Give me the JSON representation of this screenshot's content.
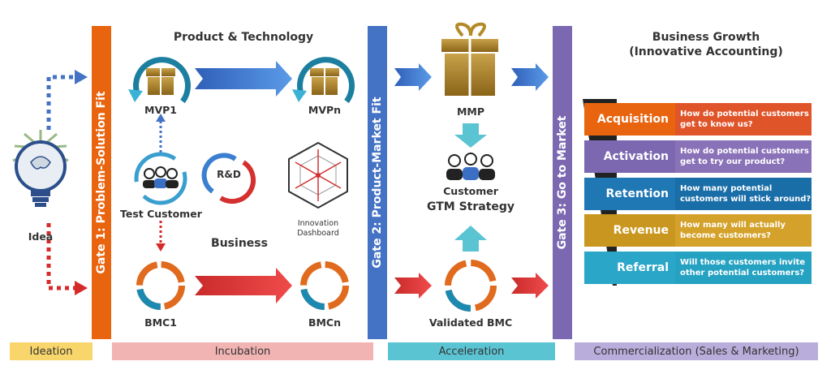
{
  "headings": {
    "product_technology": "Product & Technology",
    "business": "Business",
    "business_growth": "Business Growth",
    "business_growth_sub": "(Innovative Accounting)"
  },
  "gates": [
    {
      "label": "Gate 1: Problem-Solution Fit",
      "color": "#e8640f"
    },
    {
      "label": "Gate 2: Product-Market Fit",
      "color": "#4472c4"
    },
    {
      "label": "Gate 3: Go to Market",
      "color": "#7b68b0"
    }
  ],
  "nodes": {
    "idea": "Idea",
    "mvp1": "MVP1",
    "mvpn": "MVPn",
    "test_customer": "Test Customer",
    "rd": "R&D",
    "innovation_dashboard_1": "Innovation",
    "innovation_dashboard_2": "Dashboard",
    "bmc1": "BMC1",
    "bmcn": "BMCn",
    "mmp": "MMP",
    "customer": "Customer",
    "gtm_strategy": "GTM Strategy",
    "validated_bmc": "Validated BMC"
  },
  "funnel": [
    {
      "key": "Acquisition",
      "question": "How do potential customers get to know us?",
      "color": "#e8640f",
      "qcolor": "#e0542a"
    },
    {
      "key": "Activation",
      "question": "How do potential customers get to try our product?",
      "color": "#7b68b0",
      "qcolor": "#8a72b8"
    },
    {
      "key": "Retention",
      "question": "How many potential customers will stick around?",
      "color": "#1f77b4",
      "qcolor": "#1a6ea8"
    },
    {
      "key": "Revenue",
      "question": "How many will actually become customers?",
      "color": "#c9971f",
      "qcolor": "#d4a22a"
    },
    {
      "key": "Referral",
      "question": "Will those customers invite other potential customers?",
      "color": "#2aa6c8",
      "qcolor": "#25a2c2"
    }
  ],
  "phases": [
    {
      "label": "Ideation",
      "color": "#f9d66b"
    },
    {
      "label": "Incubation",
      "color": "#f2b3b3"
    },
    {
      "label": "Acceleration",
      "color": "#5bc4d3"
    },
    {
      "label": "Commercialization (Sales & Marketing)",
      "color": "#b9aedb"
    }
  ]
}
